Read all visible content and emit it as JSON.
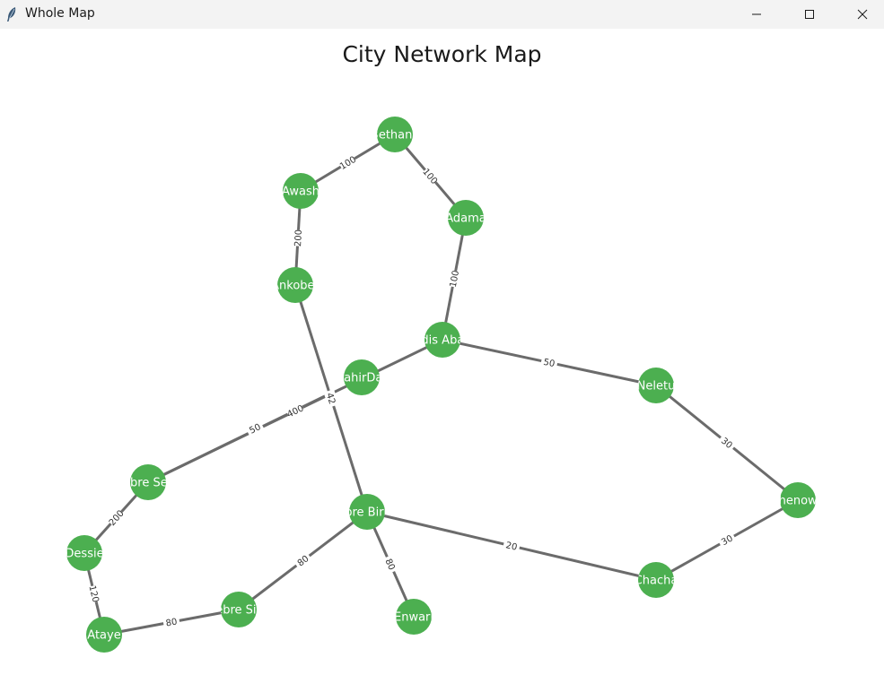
{
  "window": {
    "title": "Whole Map",
    "icon": "feather-icon",
    "controls": [
      "minimize-icon",
      "maximize-icon",
      "close-icon"
    ]
  },
  "map": {
    "title": "City Network Map",
    "node_color": "#4caf50",
    "edge_color": "#6b6b6b",
    "label_color": "#ffffff",
    "nodes": [
      {
        "id": "bethany",
        "label": "Bethany"
      },
      {
        "id": "awash",
        "label": "Awash"
      },
      {
        "id": "adama",
        "label": "Adama"
      },
      {
        "id": "ankober",
        "label": "Ankober"
      },
      {
        "id": "addis",
        "label": "Addis Ababa"
      },
      {
        "id": "bahirdar",
        "label": "BahirDar"
      },
      {
        "id": "neletu",
        "label": "Neletu"
      },
      {
        "id": "debre_sena",
        "label": "Debre Sena"
      },
      {
        "id": "shenowa",
        "label": "Shenowa"
      },
      {
        "id": "debre_birhan",
        "label": "Debre Birhan"
      },
      {
        "id": "dessie",
        "label": "Dessie"
      },
      {
        "id": "chacha",
        "label": "Chacha"
      },
      {
        "id": "debre_sina",
        "label": "Debre Sina"
      },
      {
        "id": "enwari",
        "label": "Enwari"
      },
      {
        "id": "ataye",
        "label": "Ataye"
      }
    ],
    "edges": [
      {
        "from": "awash",
        "to": "bethany",
        "weight": "100"
      },
      {
        "from": "bethany",
        "to": "adama",
        "weight": "100"
      },
      {
        "from": "awash",
        "to": "ankober",
        "weight": "200"
      },
      {
        "from": "adama",
        "to": "addis",
        "weight": "100"
      },
      {
        "from": "addis",
        "to": "neletu",
        "weight": "50"
      },
      {
        "from": "addis",
        "to": "debre_sena",
        "weight": "400"
      },
      {
        "from": "ankober",
        "to": "debre_birhan",
        "weight": "42"
      },
      {
        "from": "neletu",
        "to": "shenowa",
        "weight": "30"
      },
      {
        "from": "shenowa",
        "to": "chacha",
        "weight": "30"
      },
      {
        "from": "debre_birhan",
        "to": "chacha",
        "weight": "20"
      },
      {
        "from": "debre_birhan",
        "to": "debre_sina",
        "weight": "80"
      },
      {
        "from": "debre_birhan",
        "to": "enwari",
        "weight": "80"
      },
      {
        "from": "debre_sena",
        "to": "dessie",
        "weight": "200"
      },
      {
        "from": "dessie",
        "to": "ataye",
        "weight": "120"
      },
      {
        "from": "ataye",
        "to": "debre_sina",
        "weight": "80"
      }
    ],
    "extra_labels": [
      {
        "text": "50"
      }
    ]
  }
}
